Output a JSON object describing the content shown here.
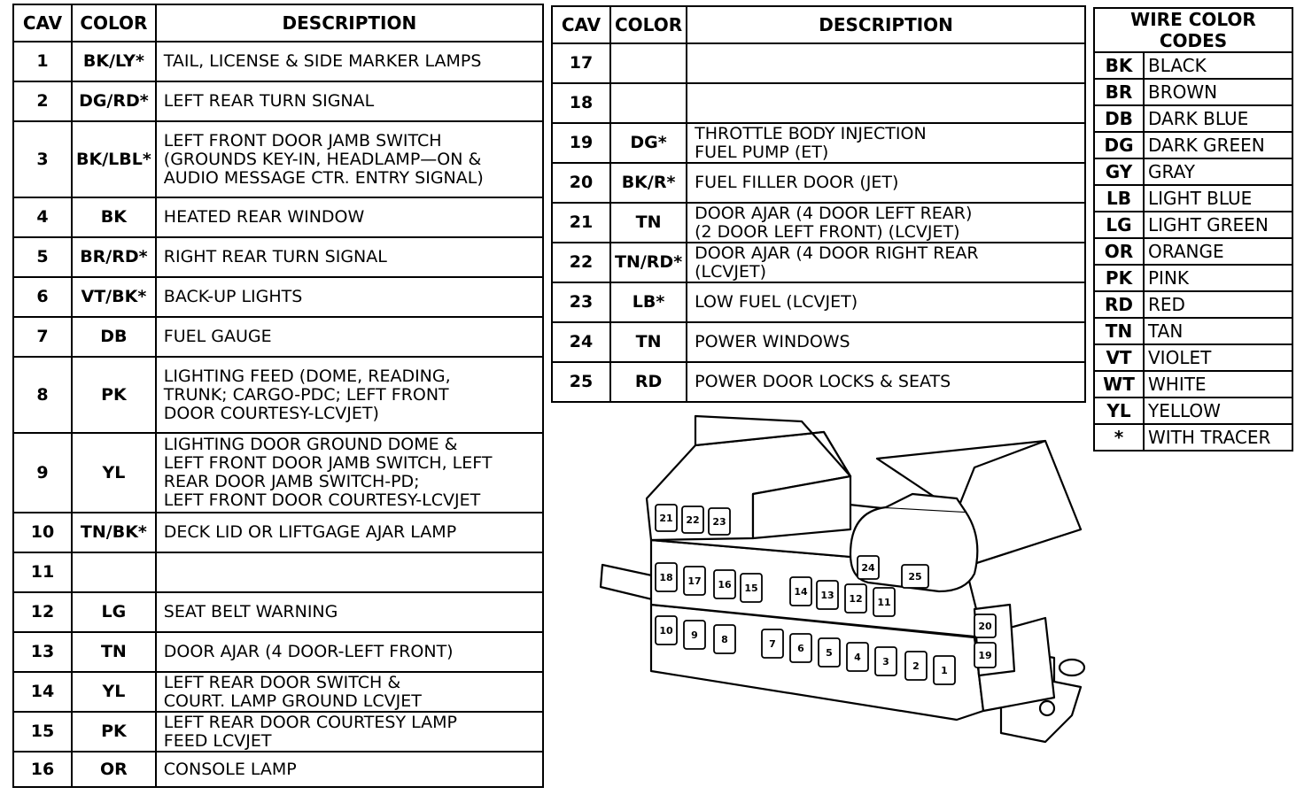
{
  "headers": {
    "cav": "CAV",
    "color": "COLOR",
    "description": "DESCRIPTION",
    "wire_codes": "WIRE COLOR CODES"
  },
  "table1": [
    {
      "cav": "1",
      "color": "BK/LY*",
      "desc": [
        "TAIL, LICENSE & SIDE MARKER LAMPS"
      ]
    },
    {
      "cav": "2",
      "color": "DG/RD*",
      "desc": [
        "LEFT REAR TURN SIGNAL"
      ]
    },
    {
      "cav": "3",
      "color": "BK/LBL*",
      "desc": [
        "LEFT FRONT DOOR JAMB SWITCH",
        "(GROUNDS KEY-IN, HEADLAMP—ON &",
        "AUDIO MESSAGE CTR. ENTRY SIGNAL)"
      ]
    },
    {
      "cav": "4",
      "color": "BK",
      "desc": [
        "HEATED REAR WINDOW"
      ]
    },
    {
      "cav": "5",
      "color": "BR/RD*",
      "desc": [
        "RIGHT REAR TURN SIGNAL"
      ]
    },
    {
      "cav": "6",
      "color": "VT/BK*",
      "desc": [
        "BACK-UP LIGHTS"
      ]
    },
    {
      "cav": "7",
      "color": "DB",
      "desc": [
        "FUEL GAUGE"
      ]
    },
    {
      "cav": "8",
      "color": "PK",
      "desc": [
        "LIGHTING FEED (DOME, READING,",
        "TRUNK; CARGO-PDC; LEFT FRONT",
        "DOOR COURTESY-LCVJET)"
      ]
    },
    {
      "cav": "9",
      "color": "YL",
      "desc": [
        "LIGHTING DOOR GROUND DOME &",
        "LEFT FRONT DOOR JAMB SWITCH, LEFT",
        "REAR DOOR JAMB SWITCH-PD;",
        "LEFT FRONT DOOR COURTESY-LCVJET"
      ]
    },
    {
      "cav": "10",
      "color": "TN/BK*",
      "desc": [
        "DECK LID OR LIFTGAGE AJAR LAMP"
      ]
    },
    {
      "cav": "11",
      "color": "",
      "desc": [
        ""
      ]
    },
    {
      "cav": "12",
      "color": "LG",
      "desc": [
        "SEAT BELT WARNING"
      ]
    },
    {
      "cav": "13",
      "color": "TN",
      "desc": [
        "DOOR AJAR (4 DOOR-LEFT FRONT)"
      ]
    },
    {
      "cav": "14",
      "color": "YL",
      "desc": [
        "LEFT REAR DOOR SWITCH &",
        "COURT. LAMP GROUND LCVJET"
      ]
    },
    {
      "cav": "15",
      "color": "PK",
      "desc": [
        "LEFT REAR DOOR COURTESY LAMP",
        "FEED LCVJET"
      ]
    },
    {
      "cav": "16",
      "color": "OR",
      "desc": [
        "CONSOLE LAMP"
      ]
    }
  ],
  "table2": [
    {
      "cav": "17",
      "color": "",
      "desc": [
        ""
      ]
    },
    {
      "cav": "18",
      "color": "",
      "desc": [
        ""
      ]
    },
    {
      "cav": "19",
      "color": "DG*",
      "desc": [
        "THROTTLE BODY INJECTION",
        "FUEL PUMP (ET)"
      ]
    },
    {
      "cav": "20",
      "color": "BK/R*",
      "desc": [
        "FUEL FILLER DOOR (JET)"
      ]
    },
    {
      "cav": "21",
      "color": "TN",
      "desc": [
        "DOOR AJAR (4 DOOR LEFT REAR)",
        "(2 DOOR LEFT FRONT) (LCVJET)"
      ]
    },
    {
      "cav": "22",
      "color": "TN/RD*",
      "desc": [
        "DOOR AJAR (4 DOOR RIGHT REAR",
        "(LCVJET)"
      ]
    },
    {
      "cav": "23",
      "color": "LB*",
      "desc": [
        "LOW FUEL (LCVJET)"
      ]
    },
    {
      "cav": "24",
      "color": "TN",
      "desc": [
        "POWER WINDOWS"
      ]
    },
    {
      "cav": "25",
      "color": "RD",
      "desc": [
        "POWER DOOR LOCKS & SEATS"
      ]
    }
  ],
  "wire_codes": [
    {
      "code": "BK",
      "name": "BLACK"
    },
    {
      "code": "BR",
      "name": "BROWN"
    },
    {
      "code": "DB",
      "name": "DARK BLUE"
    },
    {
      "code": "DG",
      "name": "DARK GREEN"
    },
    {
      "code": "GY",
      "name": "GRAY"
    },
    {
      "code": "LB",
      "name": "LIGHT BLUE"
    },
    {
      "code": "LG",
      "name": "LIGHT GREEN"
    },
    {
      "code": "OR",
      "name": "ORANGE"
    },
    {
      "code": "PK",
      "name": "PINK"
    },
    {
      "code": "RD",
      "name": "RED"
    },
    {
      "code": "TN",
      "name": "TAN"
    },
    {
      "code": "VT",
      "name": "VIOLET"
    },
    {
      "code": "WT",
      "name": "WHITE"
    },
    {
      "code": "YL",
      "name": "YELLOW"
    },
    {
      "code": "*",
      "name": "WITH TRACER"
    }
  ],
  "connector": {
    "top_cavities": [
      "21",
      "22",
      "23"
    ],
    "middle_cavities": [
      "18",
      "17",
      "16",
      "15",
      "14",
      "13",
      "12",
      "11"
    ],
    "round_cavities": [
      "24",
      "25"
    ],
    "bottom_cavities": [
      "10",
      "9",
      "8",
      "7",
      "6",
      "5",
      "4",
      "3",
      "2",
      "1"
    ],
    "side_cavities": [
      "20",
      "19"
    ]
  }
}
